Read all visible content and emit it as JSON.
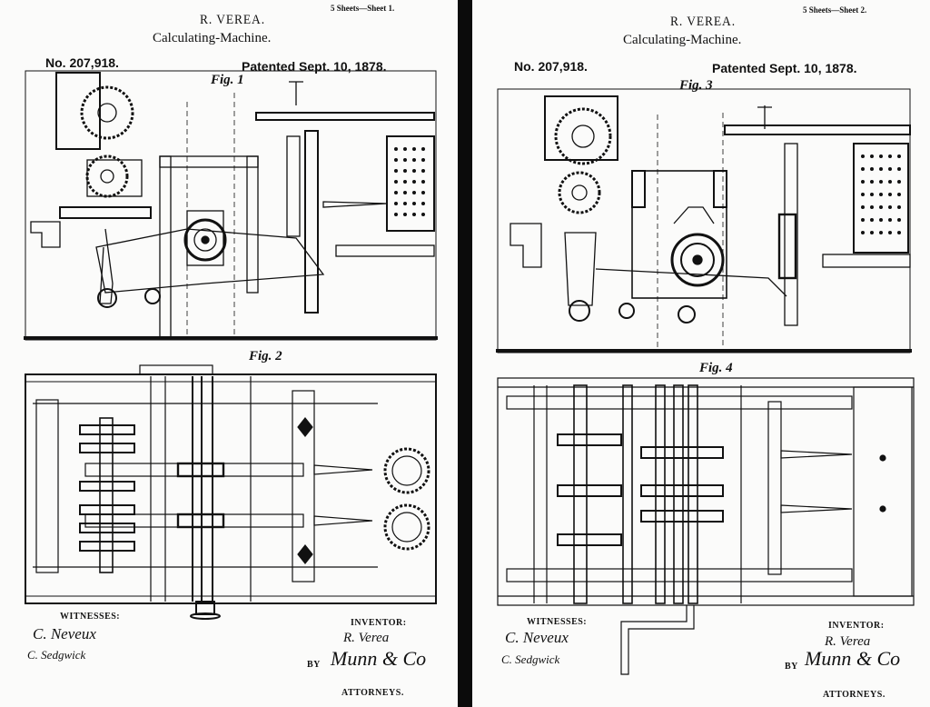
{
  "sheets": [
    {
      "sheet_label": "5 Sheets—Sheet 1.",
      "inventor": "R. VEREA.",
      "title": "Calculating-Machine.",
      "patent_number": "No. 207,918.",
      "patented": "Patented Sept. 10, 1878.",
      "figures": [
        "Fig. 1",
        "Fig. 2"
      ],
      "witnesses_label": "WITNESSES:",
      "witness_signatures": [
        "C. Neveux",
        "C. Sedgwick"
      ],
      "inventor_label": "INVENTOR:",
      "inventor_signature": "R. Verea",
      "by_label": "BY",
      "attorney_signature": "Munn & Co",
      "attorneys_label": "ATTORNEYS."
    },
    {
      "sheet_label": "5 Sheets—Sheet 2.",
      "inventor": "R. VEREA.",
      "title": "Calculating-Machine.",
      "patent_number": "No. 207,918.",
      "patented": "Patented Sept. 10, 1878.",
      "figures": [
        "Fig. 3",
        "Fig. 4"
      ],
      "witnesses_label": "WITNESSES:",
      "witness_signatures": [
        "C. Neveux",
        "C. Sedgwick"
      ],
      "inventor_label": "INVENTOR:",
      "inventor_signature": "R. Verea",
      "by_label": "BY",
      "attorney_signature": "Munn & Co",
      "attorneys_label": "ATTORNEYS."
    }
  ],
  "palette": {
    "ink": "#111111",
    "paper": "#fbfbfa",
    "divider": "#0b0b0b"
  }
}
